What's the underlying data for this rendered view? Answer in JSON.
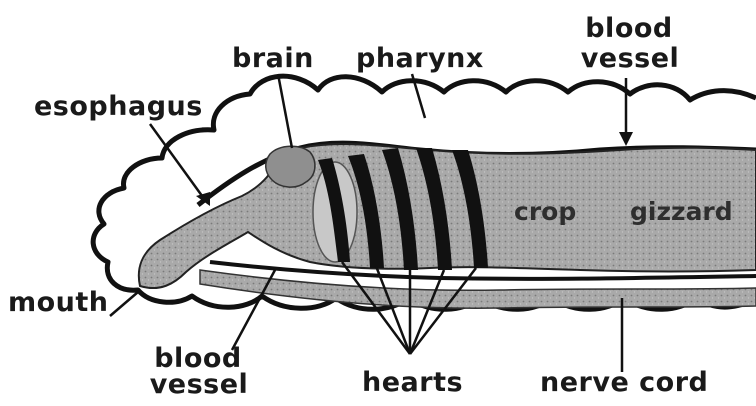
{
  "diagram": {
    "labels": {
      "brain": "brain",
      "pharynx": "pharynx",
      "blood_vessel_top": [
        "blood",
        "vessel"
      ],
      "esophagus": "esophagus",
      "crop": "crop",
      "gizzard": "gizzard",
      "mouth": "mouth",
      "blood_vessel_bottom": [
        "blood",
        "vessel"
      ],
      "hearts": "hearts",
      "nerve_cord": "nerve cord"
    },
    "colors": {
      "ink": "#111111",
      "gut_fill": "#a9a9a9",
      "gut_dark": "#8f8f8f",
      "background": "#ffffff"
    }
  }
}
